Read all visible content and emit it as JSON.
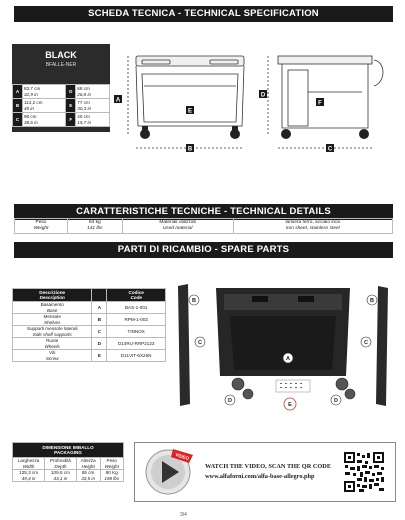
{
  "header": {
    "title": "SCHEDA TECNICA - TECHNICAL SPECIFICATION"
  },
  "color_card": {
    "name": "BLACK",
    "code": "BFALLE-NER"
  },
  "dimensions": [
    {
      "letter": "A",
      "metric": "83,7 cm",
      "imperial": "32,9 in"
    },
    {
      "letter": "B",
      "metric": "114,2 cm",
      "imperial": "45 in"
    },
    {
      "letter": "C",
      "metric": "98 cm",
      "imperial": "38,6 in"
    },
    {
      "letter": "D",
      "metric": "68 cm",
      "imperial": "26,8 in"
    },
    {
      "letter": "E",
      "metric": "77 cm",
      "imperial": "30,3 in"
    },
    {
      "letter": "F",
      "metric": "40 cm",
      "imperial": "15,7 in"
    }
  ],
  "drawing_labels": {
    "a": "A",
    "b": "B",
    "c": "C",
    "d": "D",
    "e": "E",
    "f": "F"
  },
  "tech_details": {
    "title": "CARATTERISTICHE TECNICHE - TECHNICAL DETAILS",
    "weight_label_it": "Peso",
    "weight_label_en": "Weight",
    "weight_kg": "64 kg",
    "weight_lbs": "141 lbs",
    "materials_label_it": "Materiali utilizzati",
    "materials_label_en": "Used material",
    "materials_it": "lamiera ferro, acciaio inox",
    "materials_en": "iron sheet, stainless steel"
  },
  "spare_parts": {
    "title": "PARTI DI RICAMBIO - SPARE PARTS",
    "col_desc_it": "Descrizione",
    "col_desc_en": "Description",
    "col_code_it": "Codice",
    "col_code_en": "Code",
    "rows": [
      {
        "it": "Basamento",
        "en": "Base",
        "letter": "A",
        "code": "BAS-1-001"
      },
      {
        "it": "Mensole",
        "en": "Shelves",
        "letter": "B",
        "code": "RPM-1-002"
      },
      {
        "it": "Supporti mensole laterali",
        "en": "Side shelf supports",
        "letter": "C",
        "code": "TINNOX"
      },
      {
        "it": "Ruote",
        "en": "Wheels",
        "letter": "D",
        "code": "D14RU-RRP2123"
      },
      {
        "it": "Viti",
        "en": "Screw",
        "letter": "E",
        "code": "D11VIT-6X25N"
      }
    ],
    "diagram_labels": {
      "a": "A",
      "b1": "B",
      "b2": "B",
      "c1": "C",
      "c2": "C",
      "d1": "D",
      "d2": "D",
      "e": "E"
    }
  },
  "packaging": {
    "title_it": "DIMENSIONE IMBALLO",
    "title_en": "PACKAGING",
    "headers": [
      {
        "it": "Larghezza",
        "en": "Width"
      },
      {
        "it": "Profondità",
        "en": "Depth"
      },
      {
        "it": "Altezza",
        "en": "Height"
      },
      {
        "it": "Peso",
        "en": "Weight"
      }
    ],
    "values": [
      {
        "metric": "125,3 cm",
        "imperial": "49,4 in"
      },
      {
        "metric": "109,5 cm",
        "imperial": "43,1 in"
      },
      {
        "metric": "85 cm",
        "imperial": "33,5 in"
      },
      {
        "metric": "90 Kg",
        "imperial": "198 lbs"
      }
    ]
  },
  "video": {
    "badge": "VIDEO",
    "line1": "WATCH THE VIDEO, SCAN THE QR CODE",
    "line2": "www.alfaforni.com/alfa-base-allegro.php"
  },
  "page_number": "3/4"
}
